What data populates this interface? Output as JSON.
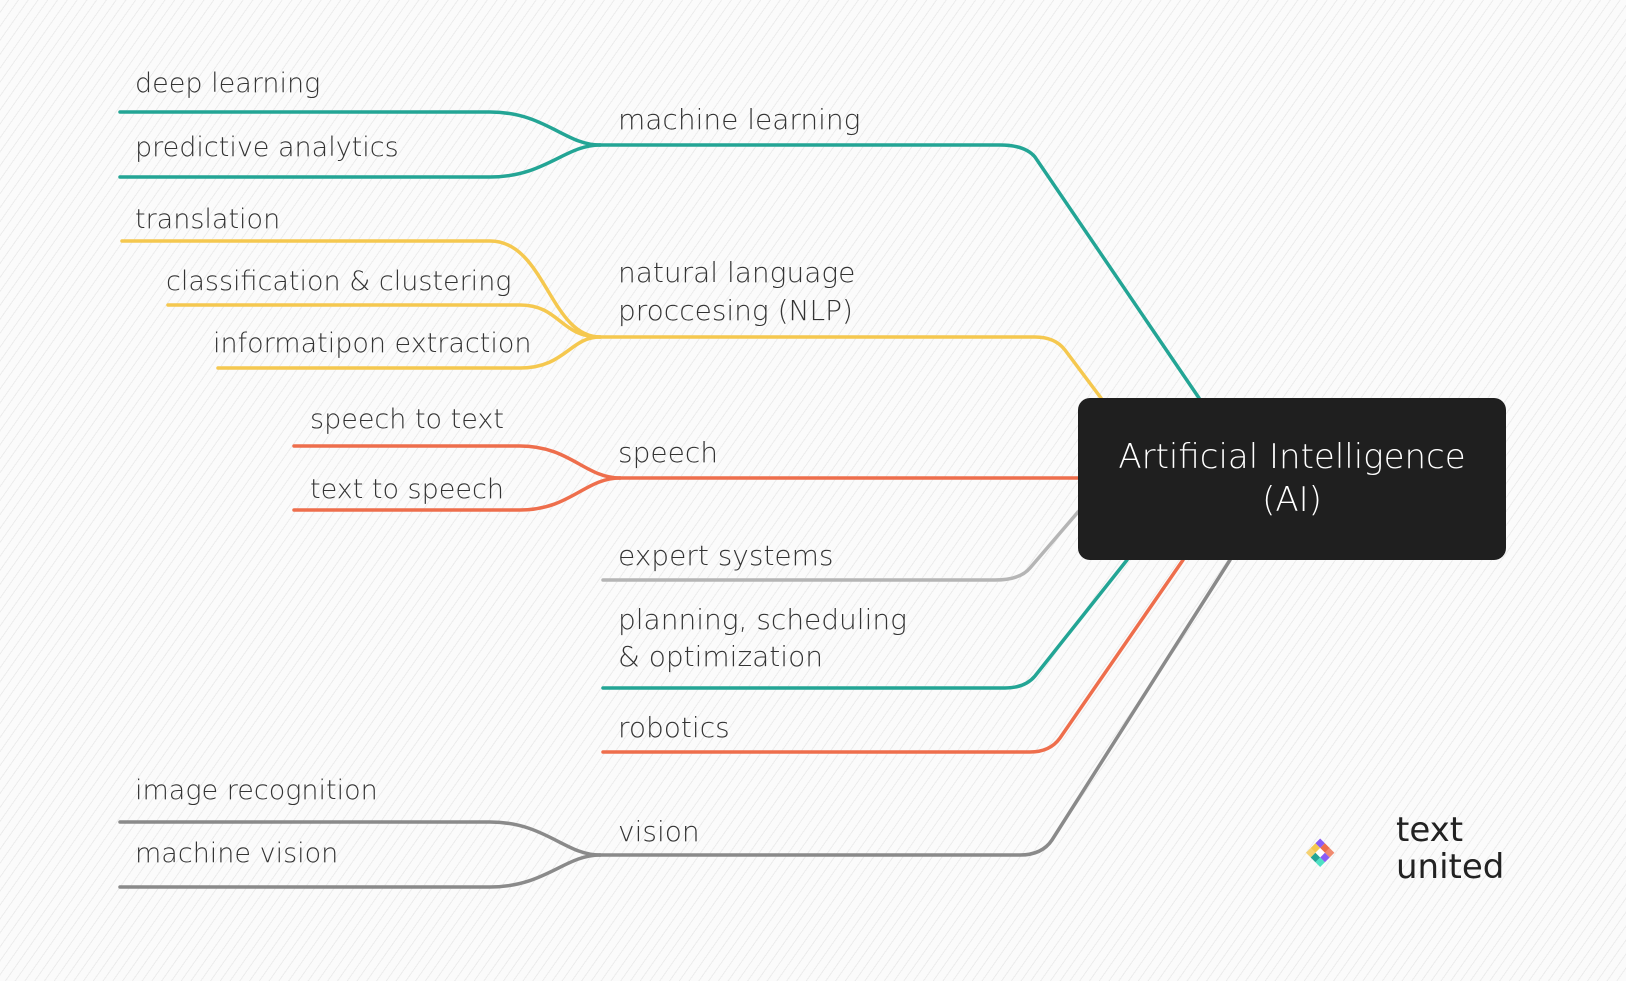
{
  "central": {
    "label": "Artificial Intelligence\n(AI)"
  },
  "colors": {
    "teal": "#23a595",
    "yellow": "#f5c84f",
    "orange": "#ee6e4c",
    "light_gray": "#b5b5b5",
    "gray": "#8a8a8a",
    "node_bg": "#1f1f1f"
  },
  "branches": {
    "machine_learning": {
      "label": "machine learning",
      "children": [
        "deep learning",
        "predictive analytics"
      ]
    },
    "nlp": {
      "label_line1": "natural language",
      "label_line2": "proccesing (NLP)",
      "children": [
        "translation",
        "classification & clustering",
        "informatipon extraction"
      ]
    },
    "speech": {
      "label": "speech",
      "children": [
        "speech to text",
        "text to speech"
      ]
    },
    "expert_systems": {
      "label": "expert systems"
    },
    "planning": {
      "label_line1": "planning, scheduling",
      "label_line2": "& optimization"
    },
    "robotics": {
      "label": "robotics"
    },
    "vision": {
      "label": "vision",
      "children": [
        "image recognition",
        "machine vision"
      ]
    }
  },
  "logo": {
    "line1": "text",
    "line2": "united"
  }
}
